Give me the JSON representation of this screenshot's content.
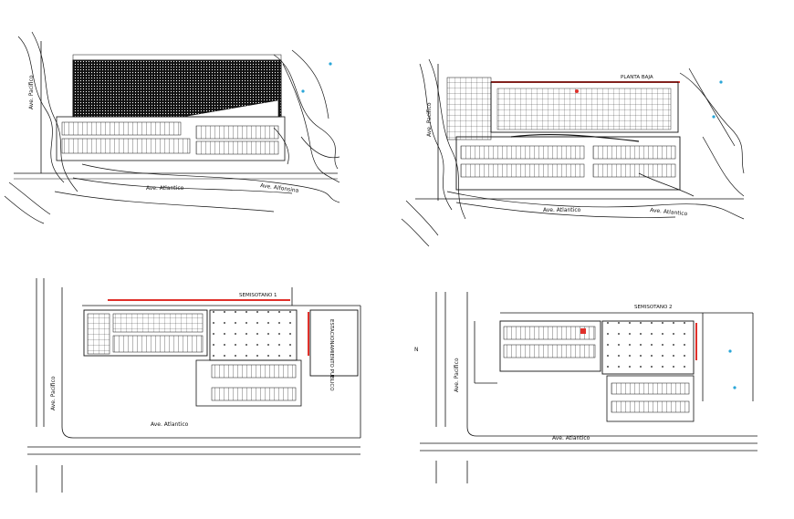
{
  "plans": [
    {
      "id": "site-plan-1",
      "street_left": "Ave. Pacifico",
      "street_bottom": "Ave. Atlantico",
      "street_right": "Ave. Alfonsina"
    },
    {
      "id": "planta-baja",
      "title": "PLANTA BAJA",
      "street_left": "Ave. Pacifico",
      "street_bottom": "Ave. Atlantico",
      "street_right": "Ave. Atlantico"
    },
    {
      "id": "semisotano-1",
      "title": "SEMISOTANO 1",
      "street_left": "Ave. Pacifico",
      "street_bottom": "Ave. Atlantico",
      "block_label": "ESTACIONAMIENTO PUBLICO"
    },
    {
      "id": "semisotano-2",
      "title": "SEMISOTANO 2",
      "street_left": "Ave. Pacifico",
      "street_bottom": "Ave. Atlantico",
      "side_mark": "N"
    }
  ],
  "colors": {
    "line": "#111111",
    "accent_red": "#e0302a",
    "accent_cyan": "#2aa6d8",
    "background": "#ffffff"
  }
}
